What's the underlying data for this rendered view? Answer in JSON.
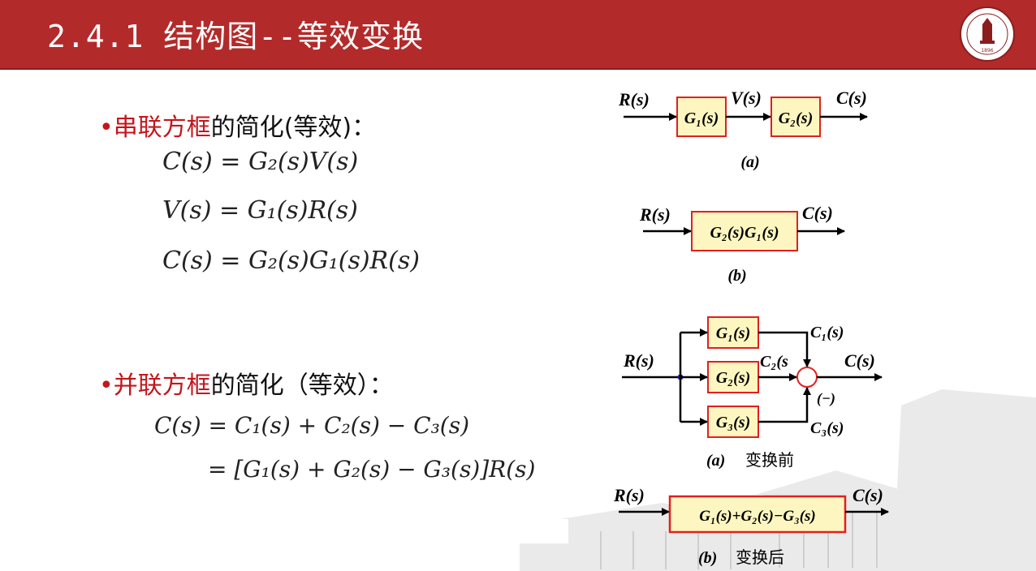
{
  "header": {
    "title": "2.4.1 结构图--等效变换",
    "logo_text": "1896"
  },
  "series_section": {
    "bullet": "•",
    "label_red": "串联方框",
    "label_rest": "的简化(等效)：",
    "eq1": "C(s) = G₂(s)V(s)",
    "eq2": "V(s) = G₁(s)R(s)",
    "eq3": "C(s) = G₂(s)G₁(s)R(s)"
  },
  "parallel_section": {
    "bullet": "•",
    "label_red": "并联方框",
    "label_rest": "的简化（等效）：",
    "eq1": "C(s) = C₁(s) + C₂(s) − C₃(s)",
    "eq2": "= [G₁(s) + G₂(s) − G₃(s)]R(s)"
  },
  "diagram_series_a": {
    "input": "R(s)",
    "mid": "V(s)",
    "output": "C(s)",
    "block1": "G₁(s)",
    "block2": "G₂(s)",
    "caption": "(a)"
  },
  "diagram_series_b": {
    "input": "R(s)",
    "output": "C(s)",
    "block": "G₂(s)G₁(s)",
    "caption": "(b)"
  },
  "diagram_parallel_a": {
    "input": "R(s)",
    "output": "C(s)",
    "block1": "G₁(s)",
    "block2": "G₂(s)",
    "block3": "G₃(s)",
    "sig1": "C₁(s)",
    "sig2": "C₂(s",
    "sig3": "C₃(s)",
    "minus": "(−)",
    "caption_letter": "(a)",
    "caption_text": "变换前"
  },
  "diagram_parallel_b": {
    "input": "R(s)",
    "output": "C(s)",
    "block": "G₁(s)+G₂(s)−G₃(s)",
    "caption_letter": "(b)",
    "caption_text": "变换后"
  },
  "colors": {
    "header_bg": "#b32a2a",
    "block_fill": "#fdf6c0",
    "block_border": "#e02020",
    "red_text": "#c4161c"
  }
}
